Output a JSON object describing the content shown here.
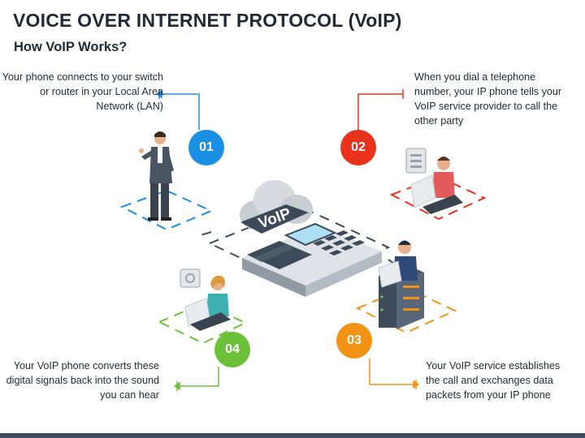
{
  "header": {
    "title": "VOICE OVER INTERNET PROTOCOL (VoIP)",
    "subtitle": "How VoIP Works?"
  },
  "cloud_label": "VoIP",
  "steps": [
    {
      "number": "01",
      "text": "Your phone connects to your switch or router in your Local Area Network (LAN)",
      "color": "#1a8fe3"
    },
    {
      "number": "02",
      "text": "When you dial a telephone number, your IP phone tells your VoIP service provider to call the other party",
      "color": "#e8321c"
    },
    {
      "number": "03",
      "text": "Your VoIP service establishes the call and exchanges data packets from your IP phone",
      "color": "#f39316"
    },
    {
      "number": "04",
      "text": "Your VoIP phone converts these digital signals back into the sound you can hear",
      "color": "#6cc13b"
    }
  ],
  "colors": {
    "blue": "#1a8fe3",
    "red": "#e8321c",
    "orange": "#f39316",
    "green": "#6cc13b",
    "dark": "#3c4a5a"
  }
}
